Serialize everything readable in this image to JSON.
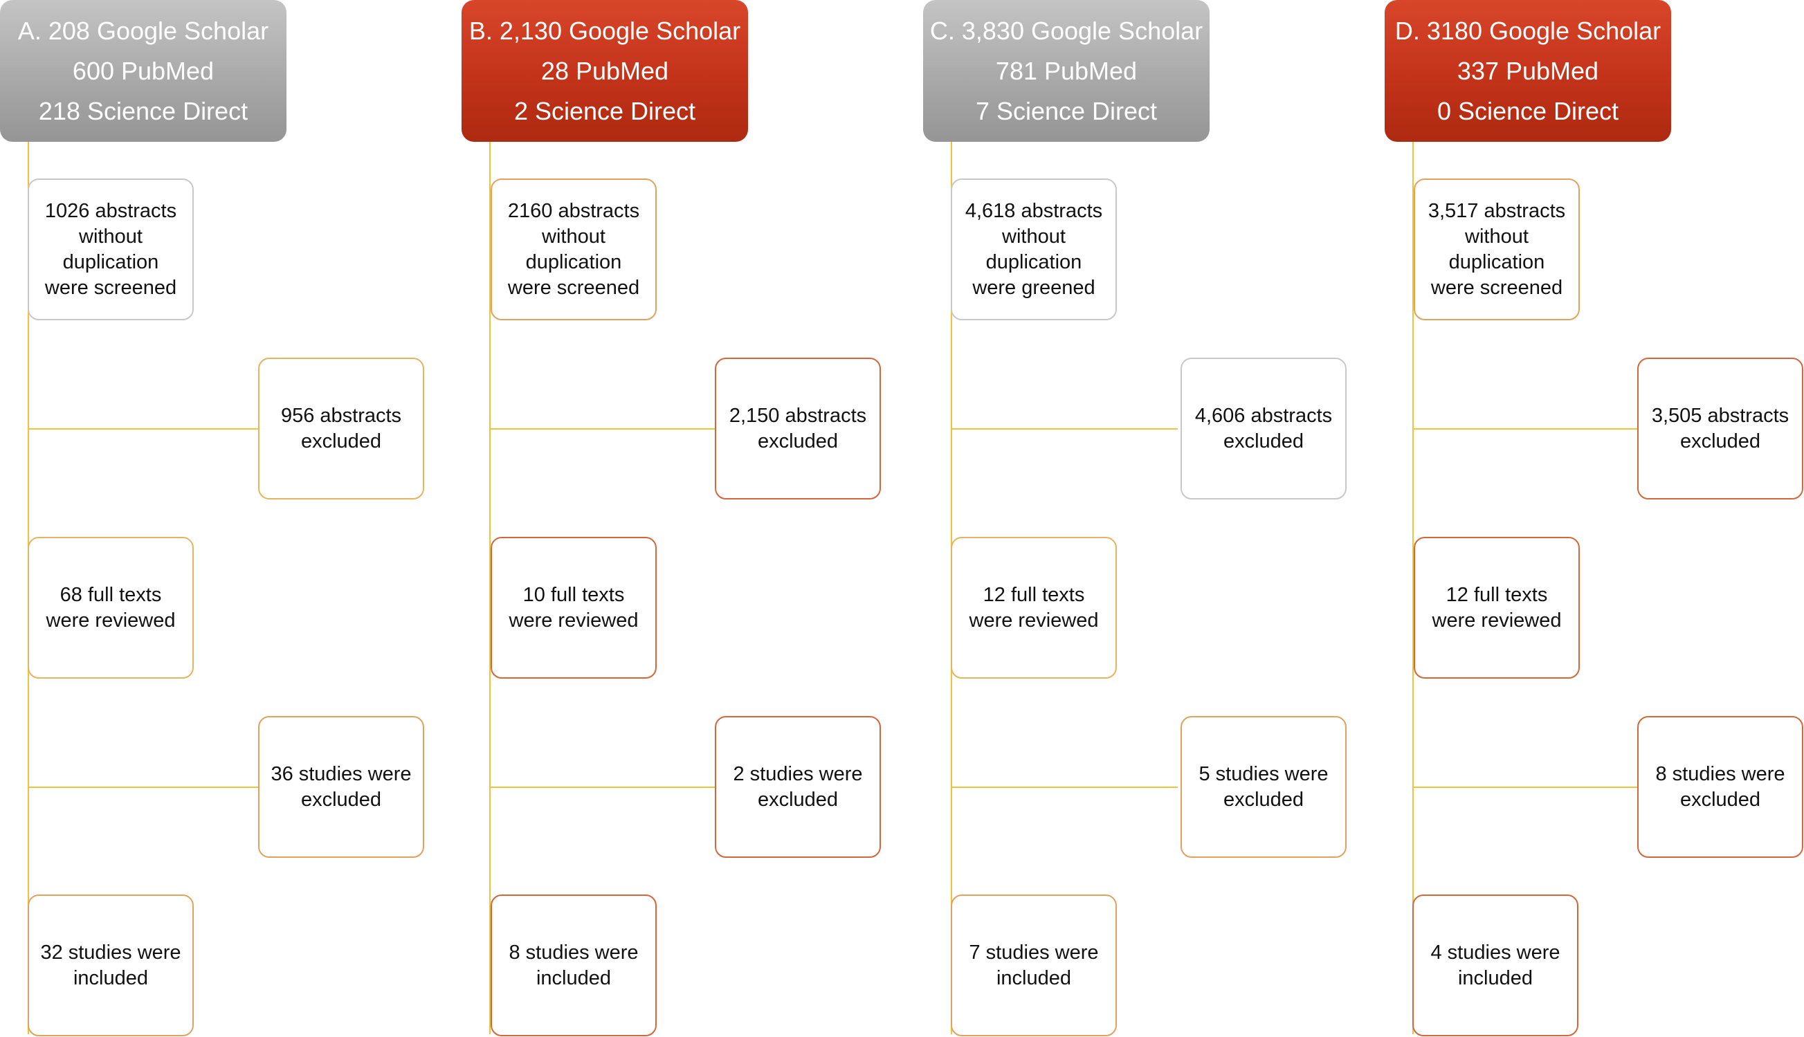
{
  "columns": [
    {
      "header": [
        "A. 208 Google Scholar",
        "600 PubMed",
        "218 Science Direct"
      ],
      "screened": [
        "1026 abstracts",
        "without",
        "duplication",
        "were screened"
      ],
      "abstracts_excluded": [
        "956 abstracts",
        "excluded"
      ],
      "full_texts": [
        "68 full texts",
        "were reviewed"
      ],
      "studies_excluded": [
        "36 studies were",
        "excluded"
      ],
      "included": [
        "32 studies were",
        "included"
      ]
    },
    {
      "header": [
        "B. 2,130 Google Scholar",
        "28 PubMed",
        "2 Science Direct"
      ],
      "screened": [
        "2160  abstracts",
        "without",
        "duplication",
        "were screened"
      ],
      "abstracts_excluded": [
        "2,150 abstracts",
        "excluded"
      ],
      "full_texts": [
        "10 full texts",
        "were reviewed"
      ],
      "studies_excluded": [
        "2 studies were",
        "excluded"
      ],
      "included": [
        "8 studies were",
        "included"
      ]
    },
    {
      "header": [
        "C. 3,830 Google Scholar",
        "781 PubMed",
        "7 Science Direct"
      ],
      "screened": [
        "4,618 abstracts",
        "without",
        "duplication",
        "were greened"
      ],
      "abstracts_excluded": [
        "4,606 abstracts",
        "excluded"
      ],
      "full_texts": [
        "12 full texts",
        "were reviewed"
      ],
      "studies_excluded": [
        "5 studies were",
        "excluded"
      ],
      "included": [
        "7 studies were",
        "included"
      ]
    },
    {
      "header": [
        "D. 3180 Google Scholar",
        "337 PubMed",
        "0 Science Direct"
      ],
      "screened": [
        "3,517 abstracts",
        "without",
        "duplication",
        "were screened"
      ],
      "abstracts_excluded": [
        "3,505 abstracts",
        "excluded"
      ],
      "full_texts": [
        "12 full texts",
        "were reviewed"
      ],
      "studies_excluded": [
        "8 studies were",
        "excluded"
      ],
      "included": [
        "4 studies were",
        "included"
      ]
    }
  ],
  "colors": {
    "header_gray": "#a9a9a9",
    "header_red": "#c3331a",
    "connector": "#f2c23a"
  }
}
